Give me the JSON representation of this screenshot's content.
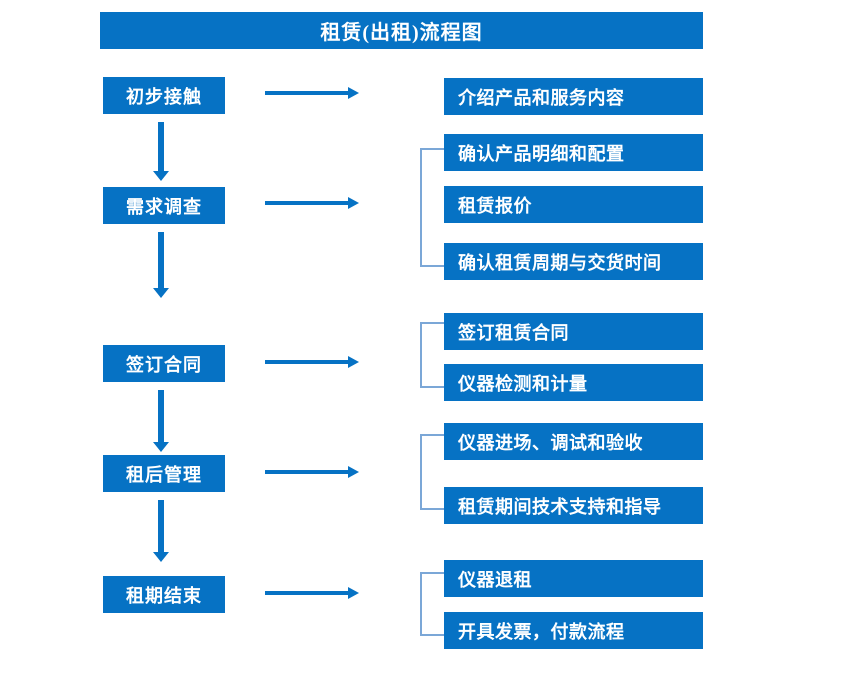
{
  "diagram": {
    "title": "租赁(出租)流程图",
    "colors": {
      "primary_blue": "#0672C4",
      "bracket_blue": "#7BA7D7",
      "text_on_blue": "#FFFFFF",
      "background": "#FFFFFF"
    },
    "stages": [
      {
        "key": "initial-contact",
        "label": "初步接触",
        "details": [
          "介绍产品和服务内容"
        ]
      },
      {
        "key": "requirement-survey",
        "label": "需求调查",
        "details": [
          "确认产品明细和配置",
          "租赁报价",
          "确认租赁周期与交货时间"
        ]
      },
      {
        "key": "sign-contract",
        "label": "签订合同",
        "details": [
          "签订租赁合同",
          "仪器检测和计量"
        ]
      },
      {
        "key": "post-rental-management",
        "label": "租后管理",
        "details": [
          "仪器进场、调试和验收",
          "租赁期间技术支持和指导"
        ]
      },
      {
        "key": "rental-end",
        "label": "租期结束",
        "details": [
          "仪器退租",
          "开具发票，付款流程"
        ]
      }
    ],
    "details_flat": [
      "介绍产品和服务内容",
      "确认产品明细和配置",
      "租赁报价",
      "确认租赁周期与交货时间",
      "签订租赁合同",
      "仪器检测和计量",
      "仪器进场、调试和验收",
      "租赁期间技术支持和指导",
      "仪器退租",
      "开具发票，付款流程"
    ]
  }
}
